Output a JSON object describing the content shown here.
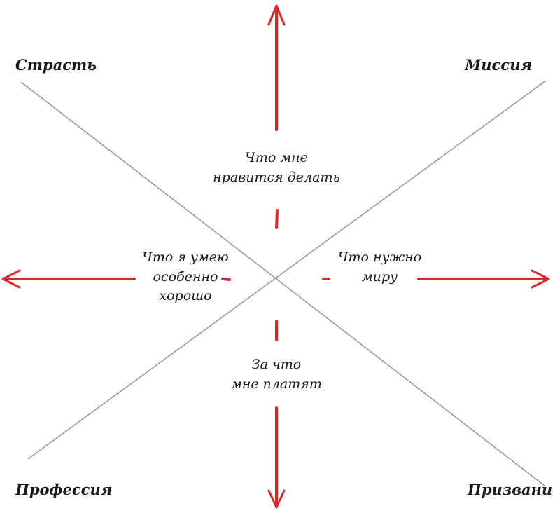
{
  "corners": {
    "top_left": "Страсть",
    "top_right": "Миссия",
    "bottom_left": "Профессия",
    "bottom_right": "Призвание"
  },
  "questions": {
    "top": [
      "Что мне",
      "нравится делать"
    ],
    "left": [
      "Что я умею",
      "особенно",
      "хорошо"
    ],
    "right": [
      "Что нужно",
      "миру"
    ],
    "bottom": [
      "За что",
      "мне платят"
    ]
  },
  "colors": {
    "arrow": "#d62828",
    "diagonal": "#9a9a9a",
    "text": "#1a1a1a"
  }
}
